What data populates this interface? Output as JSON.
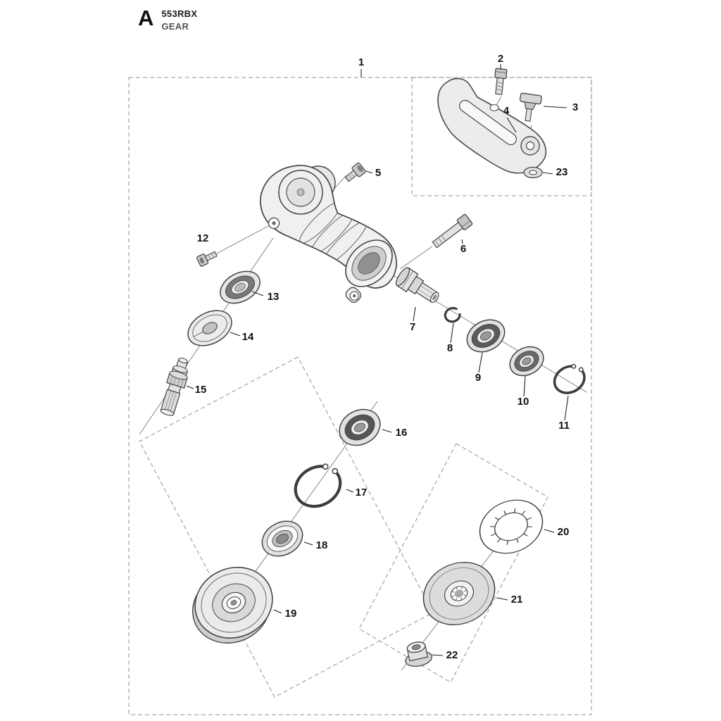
{
  "header": {
    "section_letter": "A",
    "model": "553RBX",
    "section_name": "GEAR"
  },
  "callouts": [
    {
      "number": "1"
    },
    {
      "number": "2"
    },
    {
      "number": "3"
    },
    {
      "number": "4"
    },
    {
      "number": "5"
    },
    {
      "number": "6"
    },
    {
      "number": "7"
    },
    {
      "number": "8"
    },
    {
      "number": "9"
    },
    {
      "number": "10"
    },
    {
      "number": "11"
    },
    {
      "number": "12"
    },
    {
      "number": "13"
    },
    {
      "number": "14"
    },
    {
      "number": "15"
    },
    {
      "number": "16"
    },
    {
      "number": "17"
    },
    {
      "number": "18"
    },
    {
      "number": "19"
    },
    {
      "number": "20"
    },
    {
      "number": "21"
    },
    {
      "number": "22"
    },
    {
      "number": "23"
    }
  ]
}
